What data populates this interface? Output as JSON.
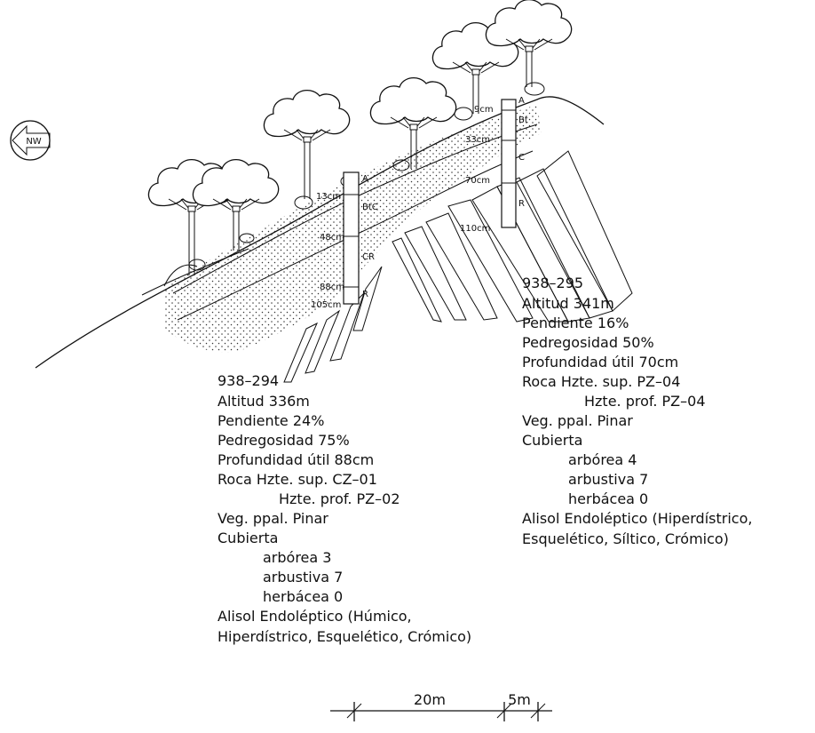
{
  "north_arrow": {
    "label": "NW"
  },
  "profile_left": {
    "id": "938–294",
    "lines": [
      "Altitud 336m",
      "Pendiente 24%",
      "Pedregosidad 75%",
      "Profundidad útil 88cm",
      "Roca Hzte. sup. CZ–01",
      "Hzte. prof. PZ–02",
      "Veg. ppal. Pinar",
      "Cubierta",
      "arbórea 3",
      "arbustiva 7",
      "herbácea 0",
      "Alisol Endoléptico (Húmico,",
      "Hiperdístrico, Esquelético, Crómico)"
    ],
    "depths": [
      "13cm",
      "48cm",
      "88cm",
      "105cm"
    ],
    "horizons": [
      "A",
      "BtC",
      "CR",
      "R"
    ]
  },
  "profile_right": {
    "id": "938–295",
    "lines": [
      "Altitud 341m",
      "Pendiente 16%",
      "Pedregosidad 50%",
      "Profundidad útil 70cm",
      "Roca Hzte. sup. PZ–04",
      "Hzte. prof. PZ–04",
      "Veg. ppal. Pinar",
      "Cubierta",
      "arbórea 4",
      "arbustiva 7",
      "herbácea 0",
      "Alisol Endoléptico (Hiperdístrico,",
      "Esquelético, Síltico, Crómico)"
    ],
    "depths": [
      "9cm",
      "33cm",
      "70cm",
      "110cm"
    ],
    "horizons": [
      "A",
      "Bt",
      "C",
      "R"
    ]
  },
  "scale_bar": {
    "label_main": "20m",
    "label_small": "5m"
  }
}
